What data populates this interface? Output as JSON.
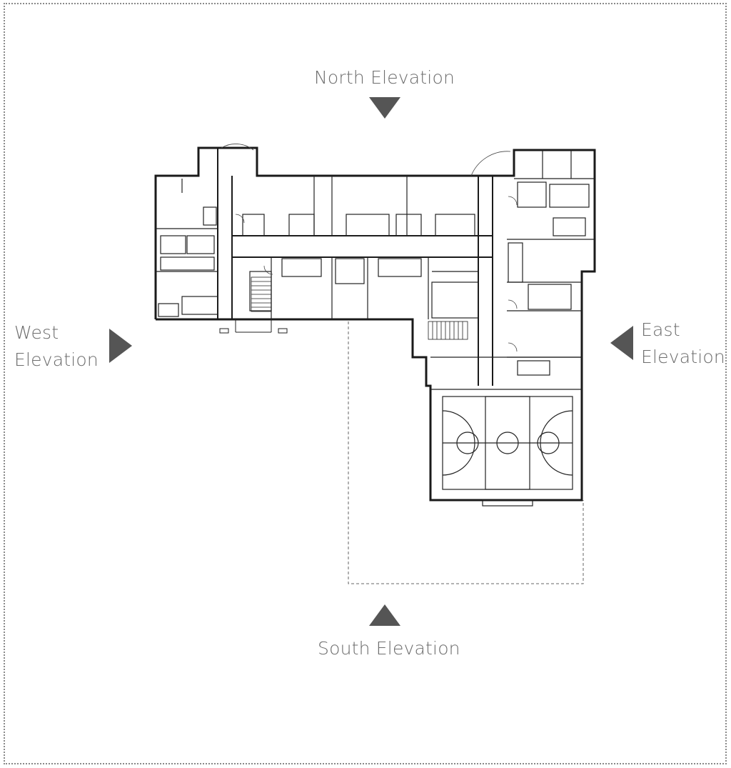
{
  "labels": {
    "north": "North Elevation",
    "south": "South Elevation",
    "west_line1": "West",
    "west_line2": "Elevation",
    "east_line1": "East",
    "east_line2": "Elevation"
  },
  "colors": {
    "arrow": "#555555",
    "label": "#6d6d6d",
    "walls": "#1a1a1a",
    "frame": "#8a8a8a"
  }
}
